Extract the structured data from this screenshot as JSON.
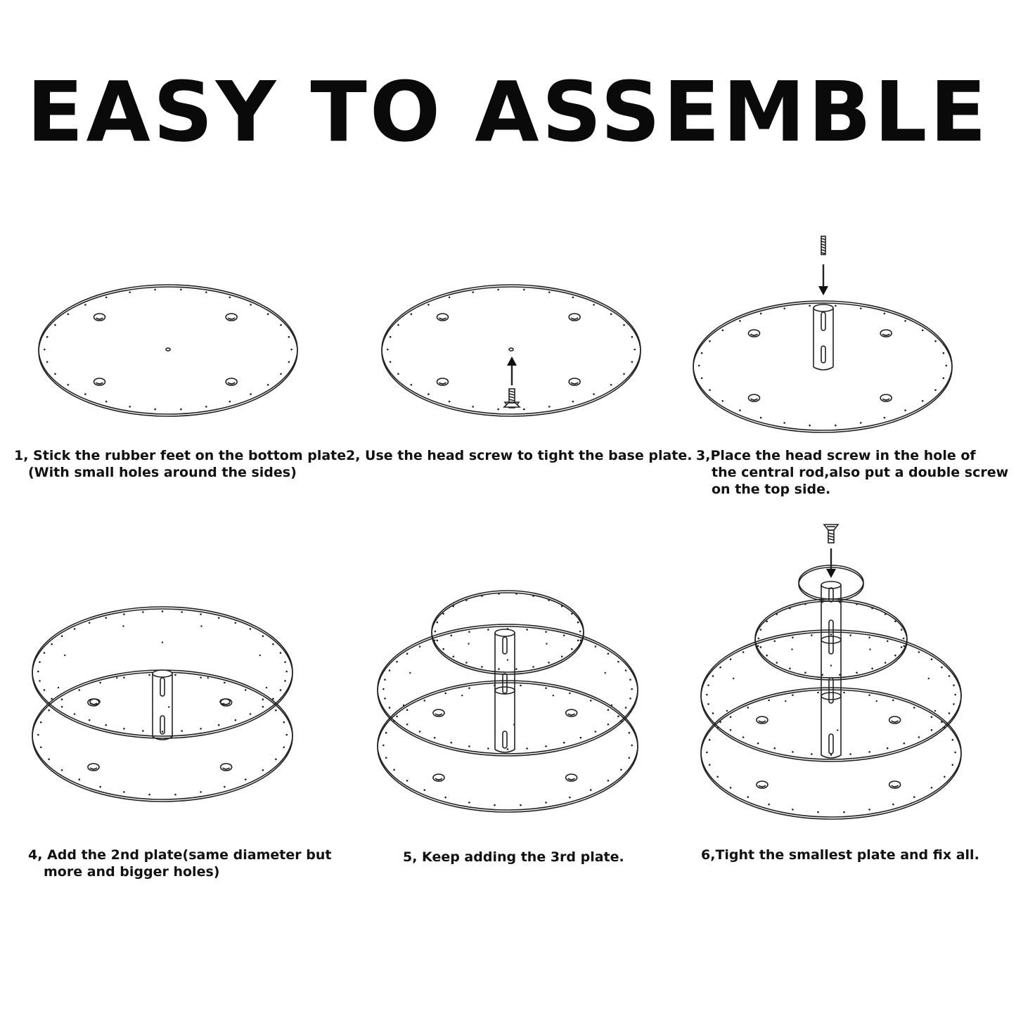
{
  "title": "EASY TO ASSEMBLE",
  "steps": [
    {
      "line1": "1, Stick the rubber feet on the bottom plate",
      "line2": "(With small holes around the sides)"
    },
    {
      "line1": "2, Use the head screw to tight the base plate."
    },
    {
      "line1": "3,Place the head screw in the hole of",
      "line2": "the central rod,also put a double screw",
      "line3": "on the top side."
    },
    {
      "line1": "4, Add the 2nd plate(same diameter but",
      "line2": "more and bigger holes)"
    },
    {
      "line1": "5, Keep adding the 3rd plate."
    },
    {
      "line1": "6,Tight the smallest plate and fix all."
    }
  ]
}
